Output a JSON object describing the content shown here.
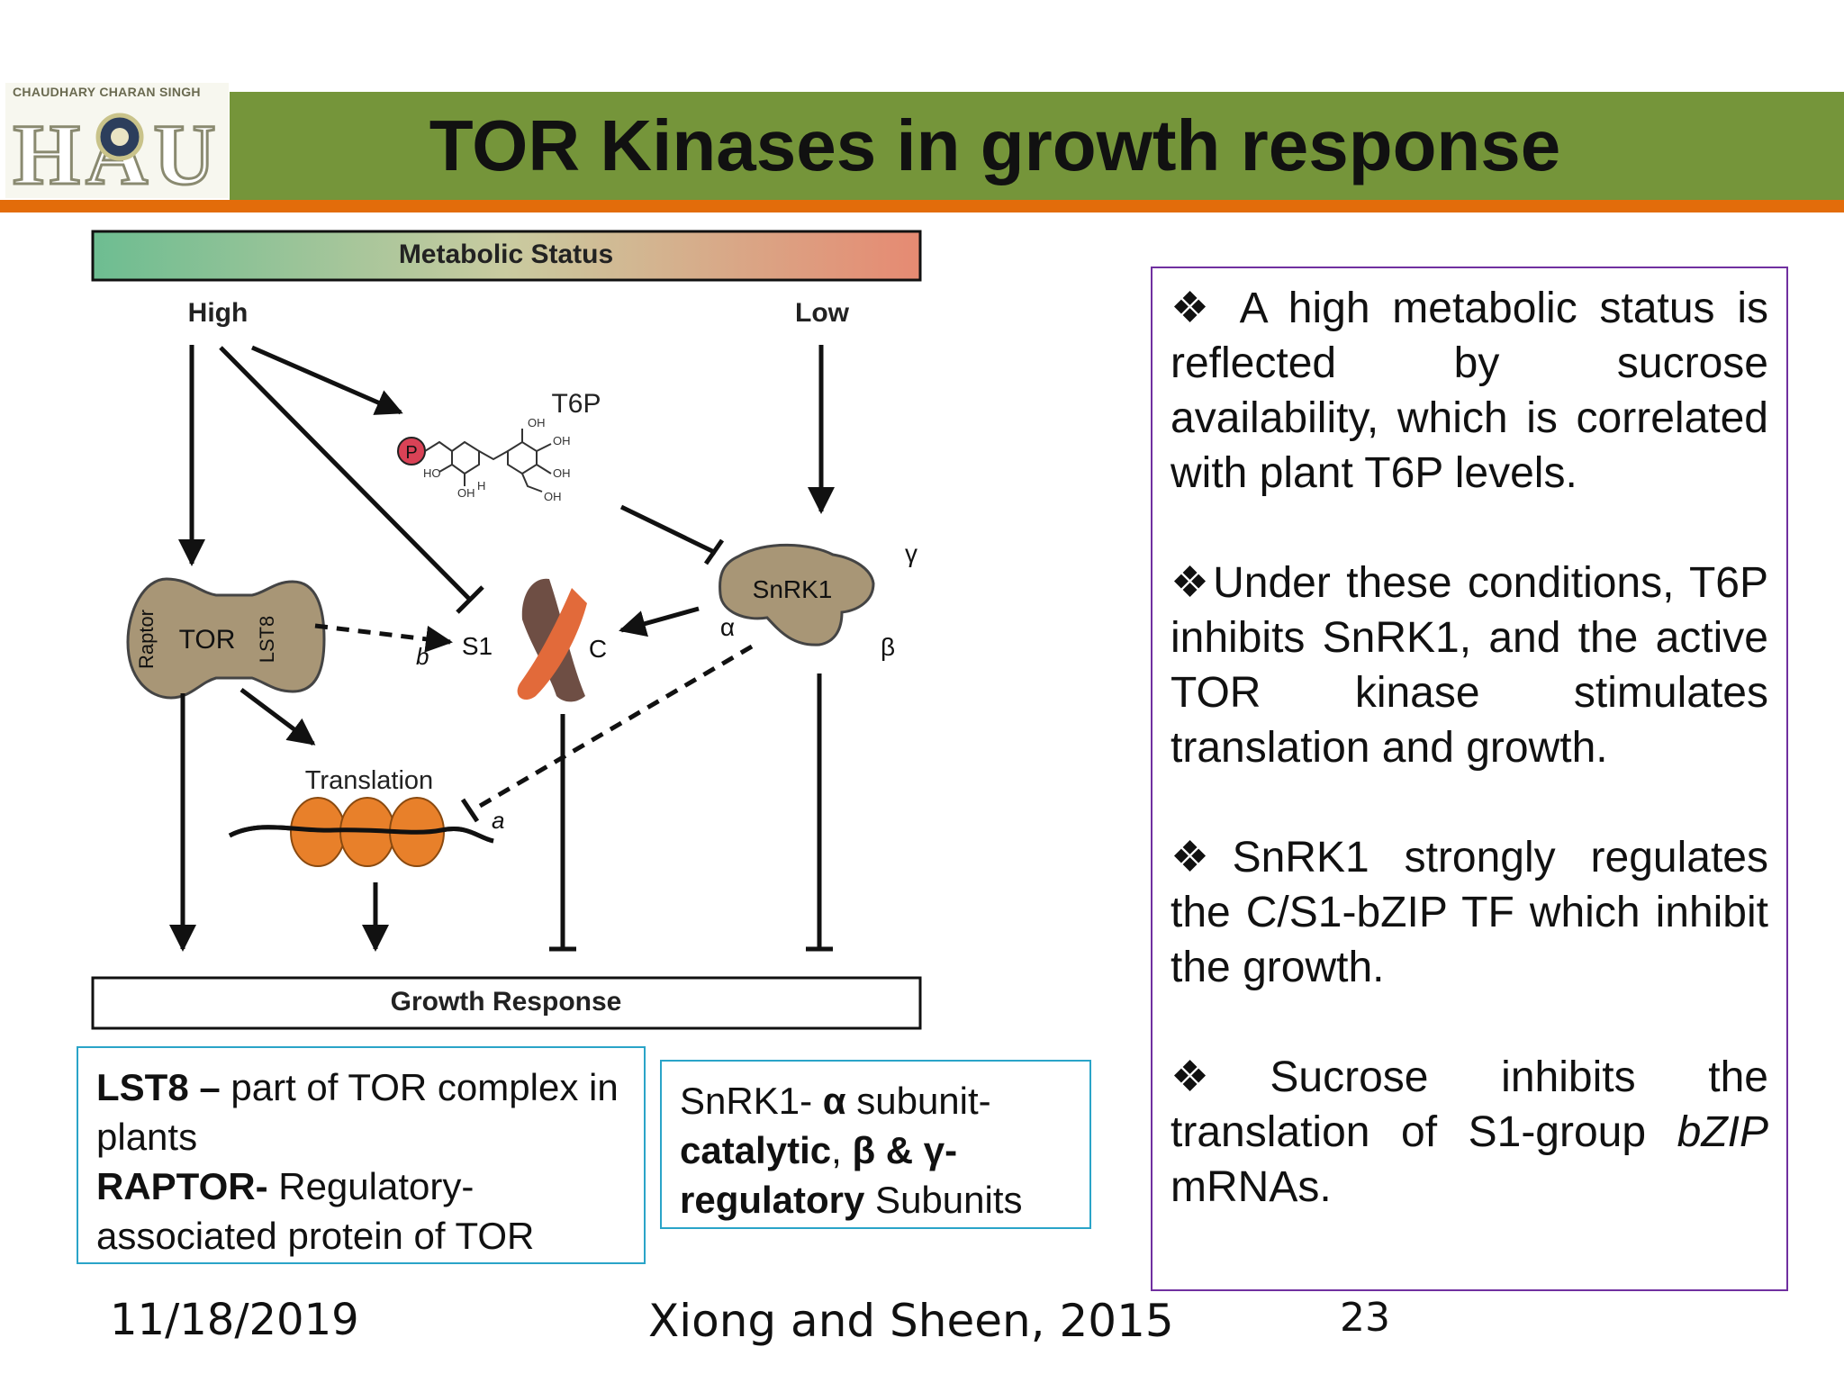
{
  "slide": {
    "title": "TOR Kinases in growth response",
    "logo_text": "CHAUDHARY CHARAN SINGH",
    "logo_letters": "HAU"
  },
  "diagram": {
    "header": "Metabolic Status",
    "high": "High",
    "low": "Low",
    "t6p": "T6P",
    "p_label": "P",
    "tor": "TOR",
    "raptor": "Raptor",
    "lst8": "LST8",
    "snrk1": "SnRK1",
    "s1": "S1",
    "c": "C",
    "alpha": "α",
    "beta": "β",
    "gamma": "γ",
    "label_a": "a",
    "label_b": "b",
    "translation": "Translation",
    "growth_response": "Growth Response",
    "chem_oh1": "OH",
    "chem_oh2": "OH",
    "chem_oh3": "OH",
    "chem_oh4": "OH",
    "chem_ho": "HO",
    "chem_oh5": "OH",
    "chem_h": "H"
  },
  "lst8_box": {
    "lst8_bold": "LST8 –",
    "lst8_rest": " part of TOR complex in plants",
    "raptor_bold": "RAPTOR-",
    "raptor_rest": " Regulatory-associated protein of TOR"
  },
  "snrk_box": {
    "t1": "SnRK1- ",
    "alpha": "α",
    "t2": " subunit-",
    "catalytic": "catalytic",
    "comma": ", ",
    "beta_gamma": "β & γ-",
    "regulatory": "regulatory",
    "subunits": " Subunits"
  },
  "right_box": {
    "bullet": "❖",
    "p1": " A high metabolic status is reflected by sucrose availability, which is correlated with plant T6P levels.",
    "p2": "Under these conditions, T6P inhibits SnRK1, and the active TOR kinase stimulates translation and growth.",
    "p3": "SnRK1 strongly regulates the C/S1-bZIP TF which inhibit the growth.",
    "p4a": "Sucrose inhibits the translation of S1-group ",
    "p4_italic": "bZIP",
    "p4b": " mRNAs."
  },
  "footer": {
    "date": "11/18/2019",
    "citation": "Xiong and Sheen, 2015",
    "page": "23"
  },
  "colors": {
    "header_green": "#75953a",
    "orange_line": "#e36c0a",
    "teal_border": "#2aa4c8",
    "purple_border": "#7030a0",
    "protein_brown": "#a89676",
    "ribosome_orange": "#e8802a"
  }
}
